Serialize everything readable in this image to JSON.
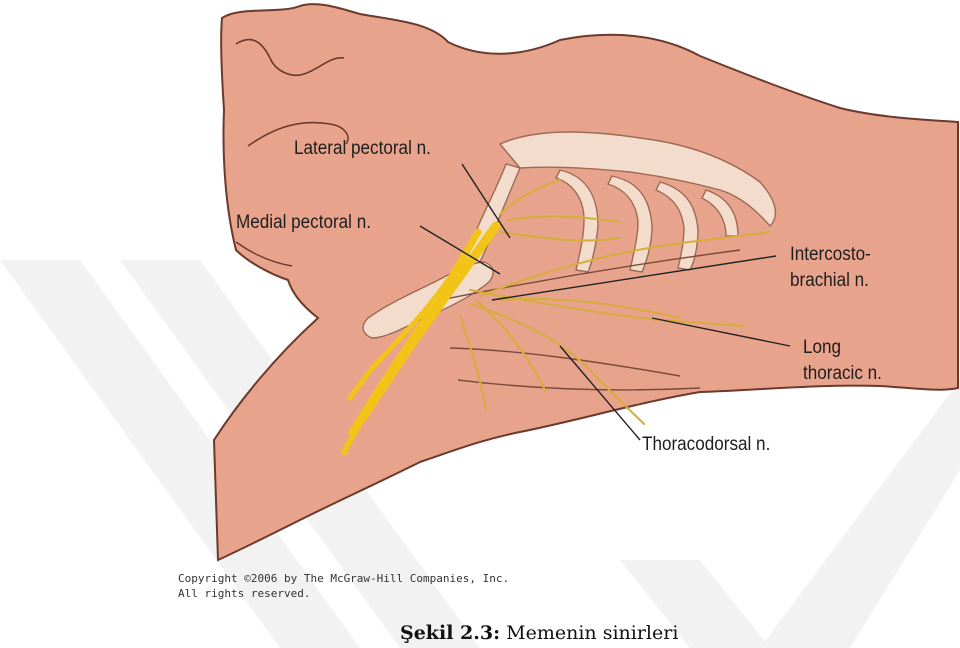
{
  "figure": {
    "labels": {
      "lateral_pectoral": "Lateral pectoral n.",
      "medial_pectoral": "Medial pectoral n.",
      "intercostobrachial_line1": "Intercosto-",
      "intercostobrachial_line2": "brachial n.",
      "long_thoracic_line1": "Long",
      "long_thoracic_line2": "thoracic n.",
      "thoracodorsal": "Thoracodorsal n."
    },
    "copyright_line1": "Copyright ©2006 by The McGraw-Hill Companies, Inc.",
    "copyright_line2": "All rights reserved.",
    "colors": {
      "skin": "#e8a38c",
      "skin_outline": "#6b3a2c",
      "bone": "#f3dccb",
      "nerve": "#f2c418",
      "nerve_thin": "#d6ac3a",
      "watermark": "#f2f2f2"
    }
  },
  "caption": {
    "number": "Şekil 2.3:",
    "text": "Memenin sinirleri"
  }
}
